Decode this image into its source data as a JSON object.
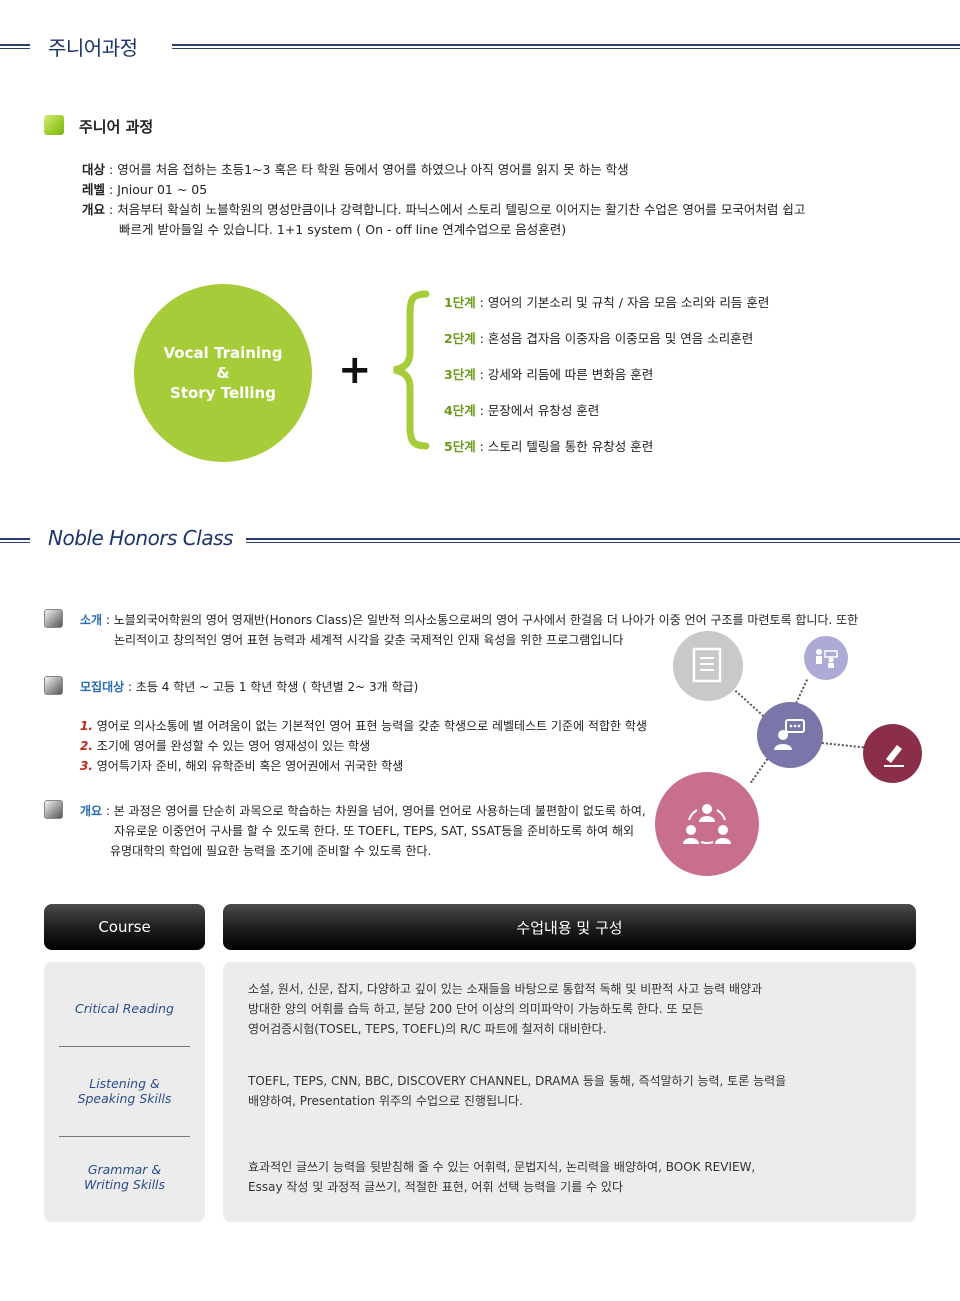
{
  "section1": {
    "title": "주니어과정"
  },
  "junior": {
    "subtitle": "주니어 과정",
    "target_label": "대상",
    "target_text": "영어를 처음 접하는 초등1~3 혹은 타 학원 등에서 영어를 하였으나 아직 영어를 읽지 못 하는 학생",
    "level_label": "레벨",
    "level_text": "Jniour 01 ~ 05",
    "overview_label": "개요",
    "overview_text1": "처음부터 확실히 노블학원의 명성만큼이나 강력합니다. 파닉스에서 스토리 텔링으로 이어지는 활기찬 수업은 영어를 모국어처럼 쉽고",
    "overview_text2": "빠르게 받아들일 수 있습니다. 1+1 system ( On - off line 연계수업으로 음성훈련)",
    "circle_line1": "Vocal Training",
    "circle_line2": "&",
    "circle_line3": "Story Telling",
    "plus": "+",
    "steps": [
      {
        "label": "1단계",
        "text": " : 영어의 기본소리 및 규칙 / 자음 모음 소리와 리듬 훈련"
      },
      {
        "label": "2단계",
        "text": " : 혼성음 겹자음 이중자음 이중모음 및 연음 소리훈련"
      },
      {
        "label": "3단계",
        "text": " : 강세와 리듬에 따른 변화음 훈련"
      },
      {
        "label": "4단계",
        "text": " : 문장에서 유창성 훈련"
      },
      {
        "label": "5단계",
        "text": " : 스토리 텔링을 통한 유창성 훈련"
      }
    ]
  },
  "section2": {
    "title": "Noble Honors Class"
  },
  "honors": {
    "intro_label": "소개",
    "intro_text1": " : 노블외국어학원의 영어 영재반(Honors Class)은 일반적 의사소통으로써의 영어 구사에서 한걸음 더 나아가 이중 언어 구조를 마련토록 합니다. 또한",
    "intro_text2": "논리적이고 창의적인 영어 표현 능력과 세계적 시각을 갖춘 국제적인 인재 육성을 위한 프로그램입니다",
    "recruit_label": "모집대상",
    "recruit_text": " : 초등 4 학년 ~ 고등 1 학년 학생 ( 학년별 2~ 3개 학급)",
    "criteria": [
      {
        "num": "1.",
        "text": " 영어로 의사소통에 별 어려움이 없는 기본적인 영어 표현 능력을 갖춘 학생으로 레벨테스트 기준에 적합한 학생"
      },
      {
        "num": "2.",
        "text": " 조기에 영어를 완성할 수 있는 영어 영재성이 있는 학생"
      },
      {
        "num": "3.",
        "text": " 영어특기자 준비, 해외 유학준비 혹은 영어권에서 귀국한 학생"
      }
    ],
    "overview_label": "개요",
    "overview_text1": " : 본 과정은 영어를 단순히 과목으로 학습하는 차원을 넘어, 영어를 언어로 사용하는데 불편함이 없도록 하여,",
    "overview_text2": "자유로운 이중언어 구사를 할 수 있도록 한다. 또 TOEFL, TEPS, SAT, SSAT등을 준비하도록 하여 해외",
    "overview_text3": "유명대학의 학업에 필요한 능력을 조기에 준비할 수 있도록 한다."
  },
  "table": {
    "col1_header": "Course",
    "col2_header": "수업내용 및 구성",
    "rows": [
      {
        "course_line1": "Critical Reading",
        "course_line2": "",
        "desc1": "소설, 원서, 신문, 잡지, 다양하고 깊이 있는 소재들을 바탕으로 통합적 독해 및 비판적 사고 능력 배양과",
        "desc2": "방대한 양의 어휘를 습득 하고, 분당 200 단어 이상의 의미파악이 가능하도록 한다. 또 모든",
        "desc3": "영어검증시험(TOSEL, TEPS, TOEFL)의 R/C 파트에 철저히 대비한다."
      },
      {
        "course_line1": "Listening &",
        "course_line2": "Speaking Skills",
        "desc1": "TOEFL, TEPS, CNN, BBC, DISCOVERY CHANNEL, DRAMA 등을 통해, 즉석말하기 능력, 토론 능력을",
        "desc2": "배양하여, Presentation 위주의 수업으로 진행됩니다.",
        "desc3": ""
      },
      {
        "course_line1": "Grammar &",
        "course_line2": "Writing Skills",
        "desc1": "효과적인 글쓰기 능력을 뒷받침해 줄 수 있는 어휘력, 문법지식, 논리력을 배양하여, BOOK REVIEW,",
        "desc2": "Essay 작성 및 과정적 글쓰기, 적절한 표현, 어휘 선택 능력을 기를 수 있다",
        "desc3": ""
      }
    ]
  },
  "icons": {
    "document": "document-icon",
    "classroom": "classroom-icon",
    "chat": "chat-person-icon",
    "pencil": "pencil-icon",
    "group": "group-cycle-icon"
  }
}
